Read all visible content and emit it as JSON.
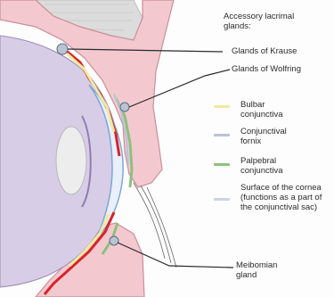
{
  "title": "Accessory lacrimal glands:",
  "labels": {
    "krause": "Glands of Krause",
    "wolfring": "Glands of Wolfring",
    "meibomian": "Meibomian gland"
  },
  "legend": [
    {
      "label": "Bulbar conjunctiva",
      "color": "#f1eaa0"
    },
    {
      "label": "Conjunctival fornix",
      "color": "#b8c2d8"
    },
    {
      "label": "Palpebral conjunctiva",
      "color": "#8dc07f"
    },
    {
      "label": "Surface of the cornea (functions as a part of the conjunctival sac)",
      "color": "#c9d4e8"
    }
  ],
  "colors": {
    "skin": "#f3c9cf",
    "skin_edge": "#c98f98",
    "bone": "#d9d9d9",
    "globe": "#d8cde6",
    "iris": "#c7b9dd",
    "conjunctiva_red": "#d8232a",
    "lens": "#f2f2f2",
    "leader": "#2a2a2a"
  }
}
